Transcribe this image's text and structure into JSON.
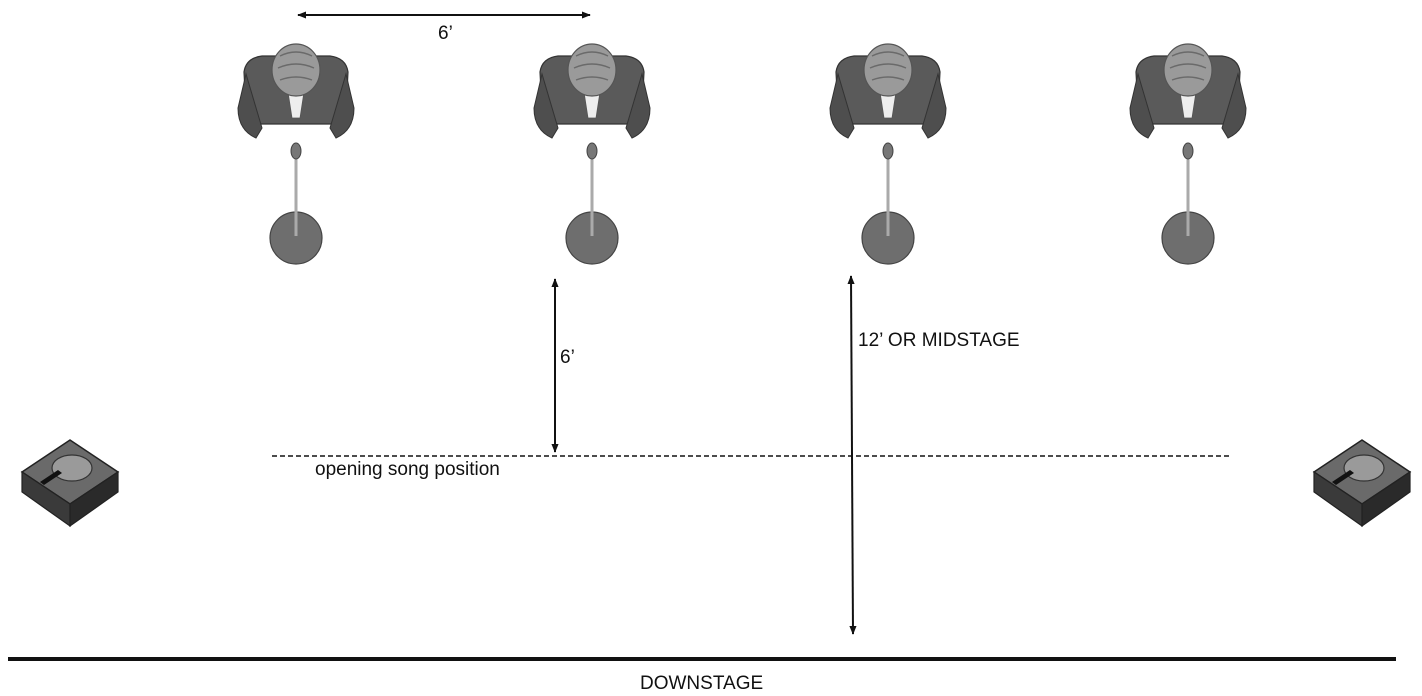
{
  "labels": {
    "spacing_horizontal": "6’",
    "spacing_vertical": "6’",
    "midstage_distance": "12’ OR MIDSTAGE",
    "opening_position": "opening song position",
    "downstage": "DOWNSTAGE"
  },
  "performers": [
    {
      "icon": "performer-top-view-icon",
      "prop": "mic-stand-icon"
    },
    {
      "icon": "performer-top-view-icon",
      "prop": "mic-stand-icon"
    },
    {
      "icon": "performer-top-view-icon",
      "prop": "mic-stand-icon"
    },
    {
      "icon": "performer-top-view-icon",
      "prop": "mic-stand-icon"
    }
  ],
  "monitors": [
    {
      "icon": "floor-monitor-icon",
      "side": "left"
    },
    {
      "icon": "floor-monitor-icon",
      "side": "right"
    }
  ],
  "colors": {
    "line": "#111111",
    "suit": "#5a5a5a",
    "hair": "#9a9a9a",
    "mic_base": "#6e6e6e",
    "monitor": "#4a4a4a"
  }
}
